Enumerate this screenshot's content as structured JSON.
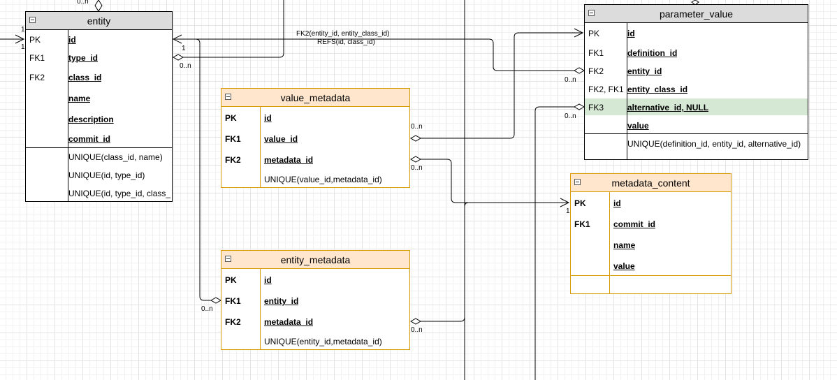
{
  "tables": {
    "entity": {
      "title": "entity",
      "rows": [
        {
          "key": "PK",
          "field": "id"
        },
        {
          "key": "FK1",
          "field": "type_id"
        },
        {
          "key": "FK2",
          "field": "class_id"
        },
        {
          "key": "",
          "field": "name"
        },
        {
          "key": "",
          "field": "description"
        },
        {
          "key": "",
          "field": "commit_id"
        }
      ],
      "constraints": [
        "UNIQUE(class_id, name)",
        "UNIQUE(id, type_id)",
        "UNIQUE(id, type_id, class_"
      ]
    },
    "parameter_value": {
      "title": "parameter_value",
      "rows": [
        {
          "key": "PK",
          "field": "id"
        },
        {
          "key": "FK1",
          "field": "definition_id"
        },
        {
          "key": "FK2",
          "field": "entity_id"
        },
        {
          "key": "FK2, FK1",
          "field": "entity_class_id"
        },
        {
          "key": "FK3",
          "field": "alternative_id, NULL"
        },
        {
          "key": "",
          "field": "value"
        }
      ],
      "constraints": [
        "UNIQUE(definition_id, entity_id, alternative_id)"
      ]
    },
    "value_metadata": {
      "title": "value_metadata",
      "rows": [
        {
          "key": "PK",
          "field": "id"
        },
        {
          "key": "FK1",
          "field": "value_id"
        },
        {
          "key": "FK2",
          "field": "metadata_id"
        }
      ],
      "constraints": [
        "UNIQUE(value_id,metadata_id)"
      ]
    },
    "entity_metadata": {
      "title": "entity_metadata",
      "rows": [
        {
          "key": "PK",
          "field": "id"
        },
        {
          "key": "FK1",
          "field": "entity_id"
        },
        {
          "key": "FK2",
          "field": "metadata_id"
        }
      ],
      "constraints": [
        "UNIQUE(entity_id,metadata_id)"
      ]
    },
    "metadata_content": {
      "title": "metadata_content",
      "rows": [
        {
          "key": "PK",
          "field": "id"
        },
        {
          "key": "FK1",
          "field": "commit_id"
        },
        {
          "key": "",
          "field": "name"
        },
        {
          "key": "",
          "field": "value"
        }
      ],
      "constraints": []
    }
  },
  "edge_labels": {
    "fk2_refs_line1": "FK2(entity_id, entity_class_id)",
    "fk2_refs_line2": "REFS(id, class_id)",
    "zero_n": "0..n",
    "one": "1"
  },
  "colors": {
    "gray_header": "#dcdcdc",
    "orange_header": "#ffe6cc",
    "orange_border": "#d79b00",
    "highlight_row": "#d5e8d4"
  }
}
